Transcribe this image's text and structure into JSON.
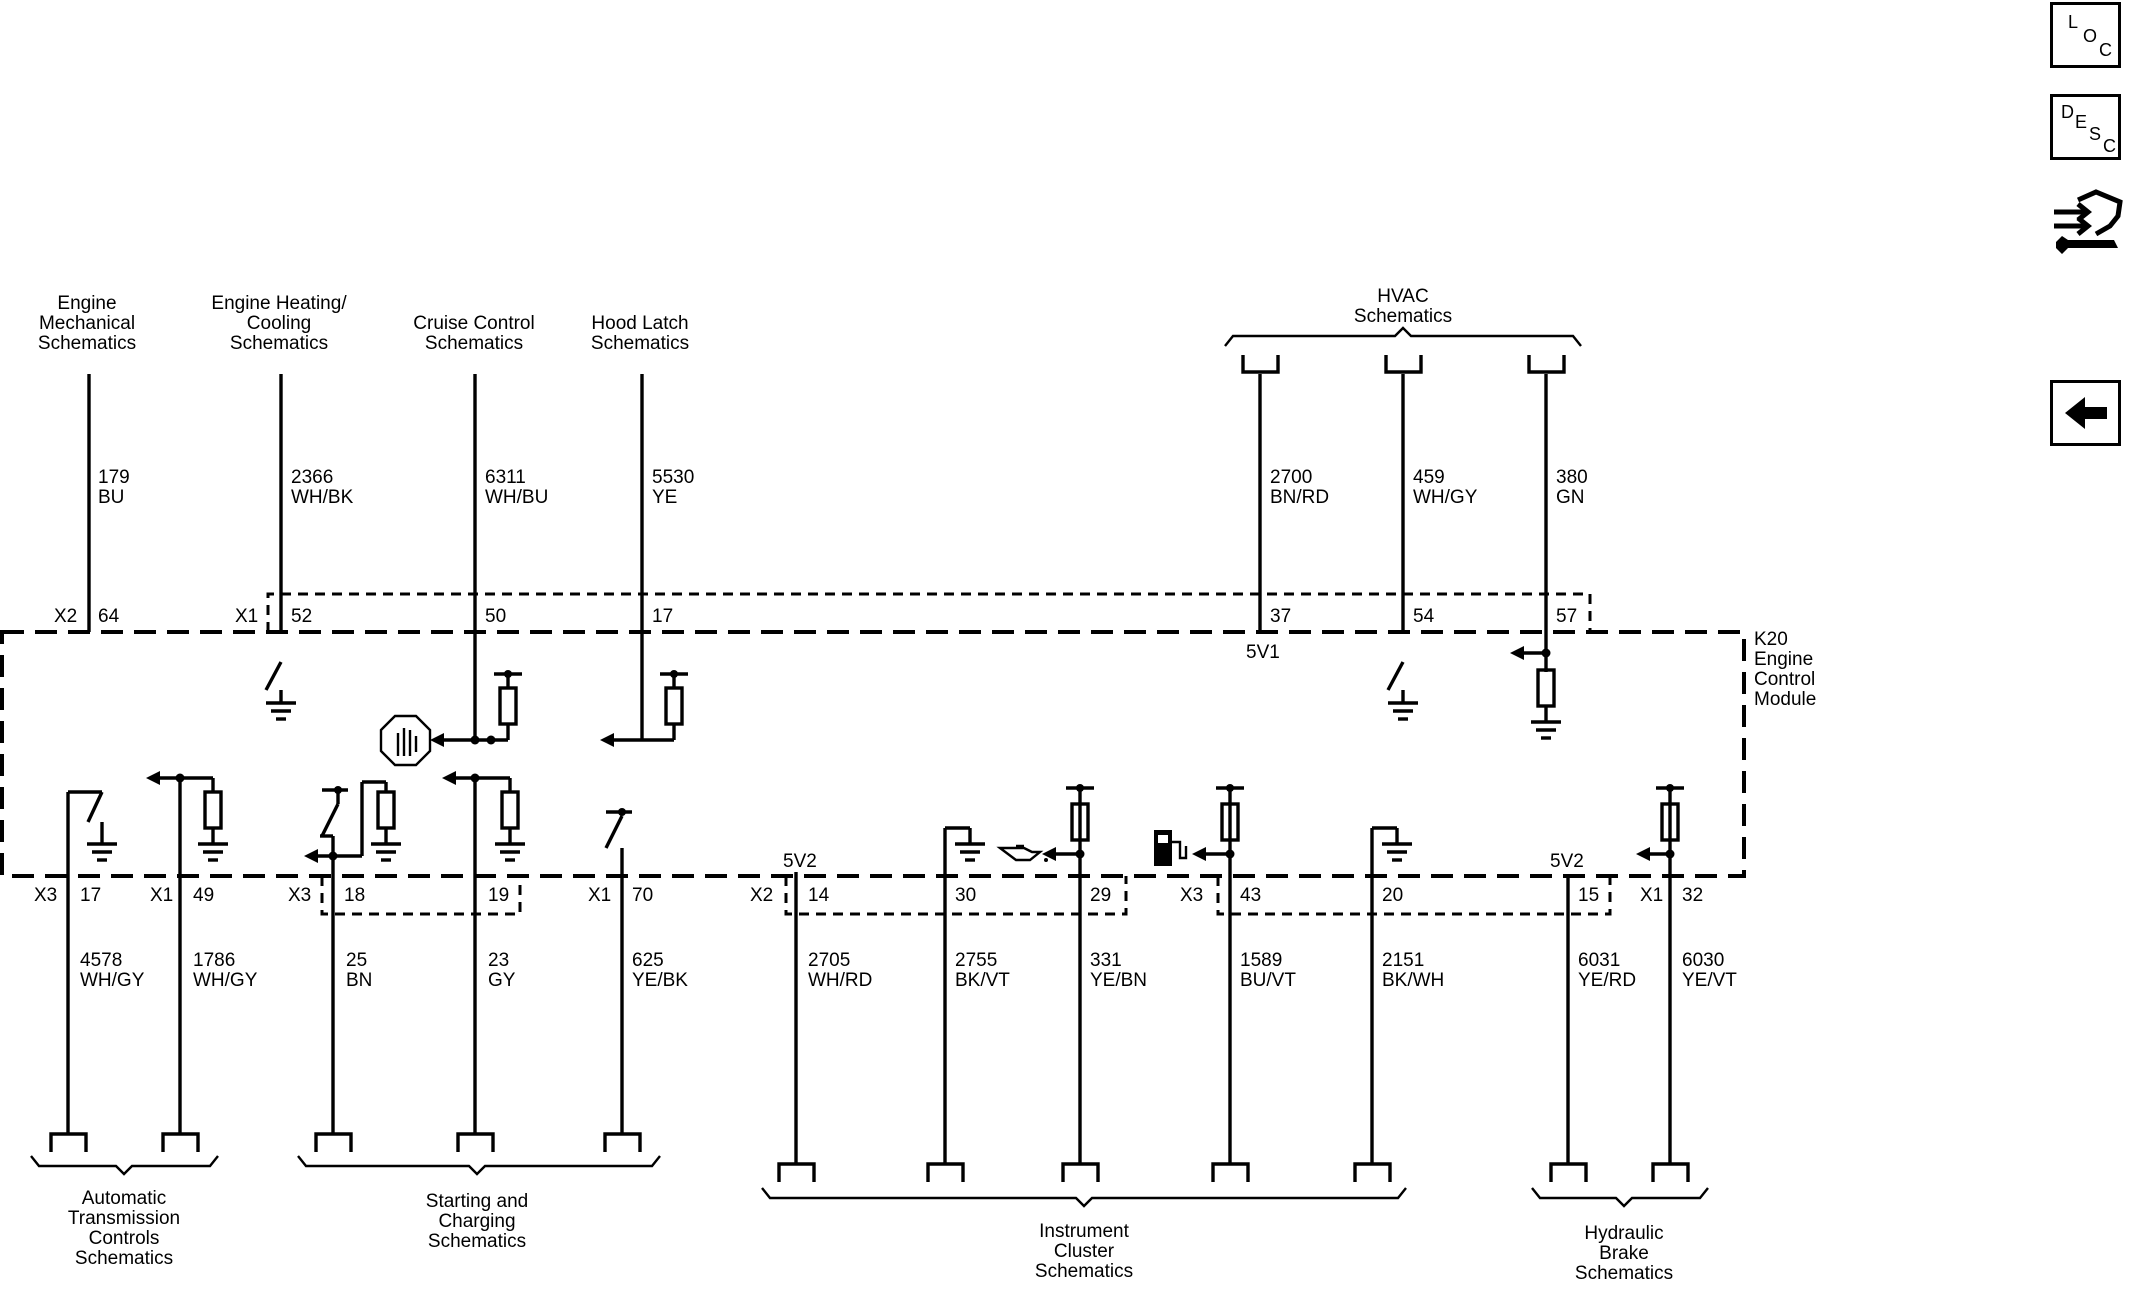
{
  "references_top": [
    {
      "text": [
        "Engine",
        "Mechanical",
        "Schematics"
      ]
    },
    {
      "text": [
        "Engine Heating/",
        "Cooling",
        "Schematics"
      ]
    },
    {
      "text": [
        "Cruise Control",
        "Schematics"
      ]
    },
    {
      "text": [
        "Hood Latch",
        "Schematics"
      ]
    },
    {
      "text": [
        "HVAC",
        "Schematics"
      ]
    }
  ],
  "references_bottom": [
    {
      "text": [
        "Automatic",
        "Transmission",
        "Controls",
        "Schematics"
      ]
    },
    {
      "text": [
        "Starting and",
        "Charging",
        "Schematics"
      ]
    },
    {
      "text": [
        "Instrument",
        "Cluster",
        "Schematics"
      ]
    },
    {
      "text": [
        "Hydraulic",
        "Brake",
        "Schematics"
      ]
    }
  ],
  "module": {
    "ref": "K20",
    "name": [
      "Engine",
      "Control",
      "Module"
    ]
  },
  "top_wires": [
    {
      "circuit": "179",
      "color": "BU",
      "connector": "X2",
      "pin": "64"
    },
    {
      "circuit": "2366",
      "color": "WH/BK",
      "connector": "X1",
      "pin": "52"
    },
    {
      "circuit": "6311",
      "color": "WH/BU",
      "connector": "",
      "pin": "50"
    },
    {
      "circuit": "5530",
      "color": "YE",
      "connector": "",
      "pin": "17"
    },
    {
      "circuit": "2700",
      "color": "BN/RD",
      "connector": "",
      "pin": "37"
    },
    {
      "circuit": "459",
      "color": "WH/GY",
      "connector": "",
      "pin": "54"
    },
    {
      "circuit": "380",
      "color": "GN",
      "connector": "",
      "pin": "57"
    }
  ],
  "bottom_wires": [
    {
      "circuit": "4578",
      "color": "WH/GY",
      "connector": "X3",
      "pin": "17"
    },
    {
      "circuit": "1786",
      "color": "WH/GY",
      "connector": "X1",
      "pin": "49"
    },
    {
      "circuit": "25",
      "color": "BN",
      "connector": "X3",
      "pin": "18"
    },
    {
      "circuit": "23",
      "color": "GY",
      "connector": "",
      "pin": "19"
    },
    {
      "circuit": "625",
      "color": "YE/BK",
      "connector": "X1",
      "pin": "70"
    },
    {
      "circuit": "2705",
      "color": "WH/RD",
      "connector": "X2",
      "pin": "14"
    },
    {
      "circuit": "2755",
      "color": "BK/VT",
      "connector": "",
      "pin": "30"
    },
    {
      "circuit": "331",
      "color": "YE/BN",
      "connector": "",
      "pin": "29"
    },
    {
      "circuit": "1589",
      "color": "BU/VT",
      "connector": "X3",
      "pin": "43"
    },
    {
      "circuit": "2151",
      "color": "BK/WH",
      "connector": "",
      "pin": "20"
    },
    {
      "circuit": "6031",
      "color": "YE/RD",
      "connector": "",
      "pin": "15"
    },
    {
      "circuit": "6030",
      "color": "YE/VT",
      "connector": "X1",
      "pin": "32"
    }
  ],
  "internal_labels": {
    "5v1": "5V1",
    "5v2_left": "5V2",
    "5v2_right": "5V2"
  },
  "nav": {
    "loc": [
      "L",
      "O",
      "C"
    ],
    "desc": [
      "D",
      "E",
      "S",
      "C"
    ]
  },
  "icons": [
    "stop-hand-icon",
    "oil-can-icon",
    "fuel-pump-icon",
    "connector-wrench-icon",
    "back-arrow-icon"
  ]
}
